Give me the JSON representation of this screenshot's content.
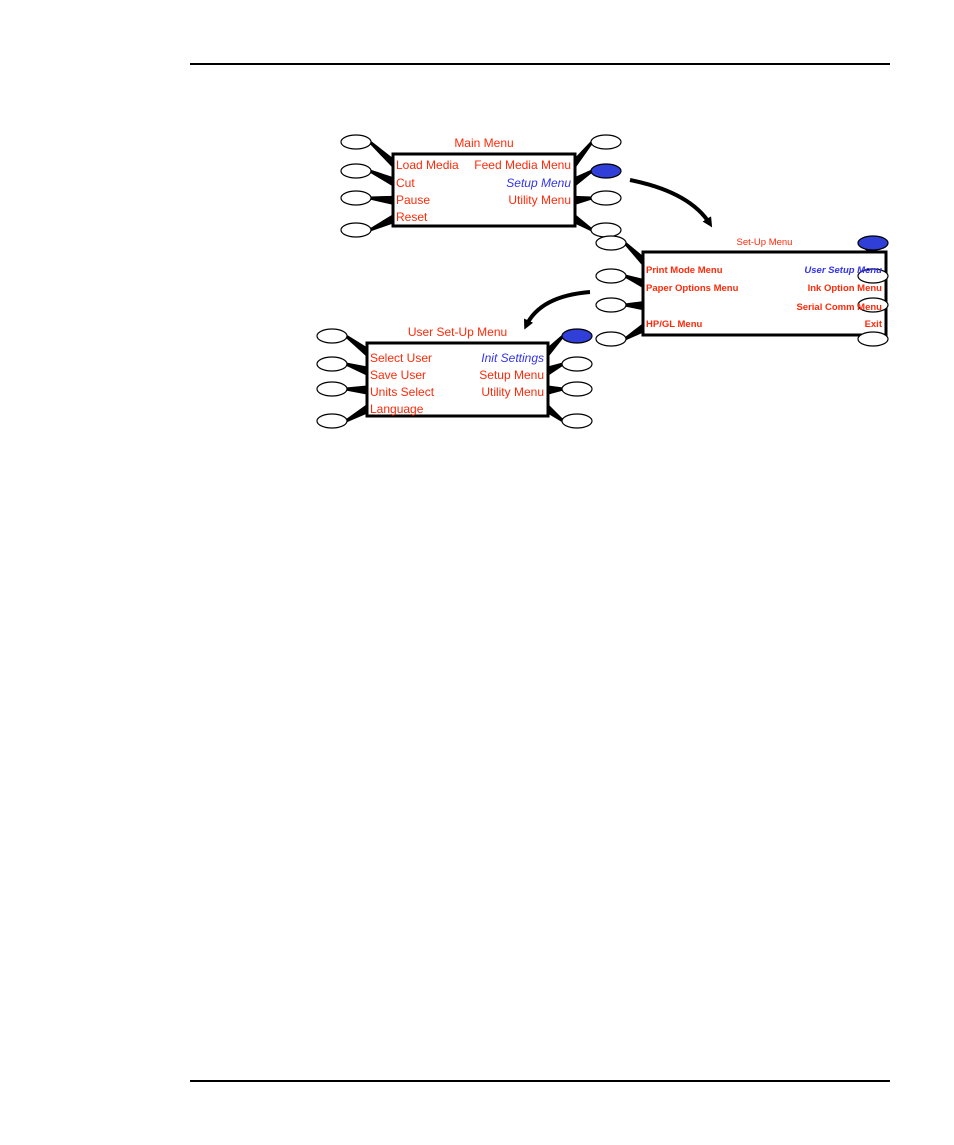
{
  "colors": {
    "label": "#ff2a0a",
    "selected": "#3333ee",
    "outline": "#000000",
    "selected_fill": "#2f3fd8"
  },
  "menus": [
    {
      "id": "main-menu",
      "title": "Main Menu",
      "left_items": [
        {
          "label": "Load Media",
          "selected": false
        },
        {
          "label": "Cut",
          "selected": false
        },
        {
          "label": "Pause",
          "selected": false
        },
        {
          "label": "Reset",
          "selected": false
        }
      ],
      "right_items": [
        {
          "label": "Feed Media Menu",
          "selected": false
        },
        {
          "label": "Setup Menu",
          "selected": true
        },
        {
          "label": "Utility Menu",
          "selected": false
        },
        {
          "label": "",
          "selected": false
        }
      ],
      "right_button_active": [
        false,
        true,
        false,
        false
      ]
    },
    {
      "id": "setup-menu",
      "title": "Set-Up Menu",
      "left_items": [
        {
          "label": "Print Mode Menu",
          "selected": false
        },
        {
          "label": "Paper Options Menu",
          "selected": false
        },
        {
          "label": "",
          "selected": false
        },
        {
          "label": "HP/GL Menu",
          "selected": false
        }
      ],
      "right_items": [
        {
          "label": "User Setup Menu",
          "selected": true
        },
        {
          "label": "Ink Option Menu",
          "selected": false
        },
        {
          "label": "Serial Comm Menu",
          "selected": false
        },
        {
          "label": "Exit",
          "selected": false
        }
      ],
      "right_button_active": [
        true,
        false,
        false,
        false
      ]
    },
    {
      "id": "user-setup-menu",
      "title": "User Set-Up Menu",
      "left_items": [
        {
          "label": "Select User",
          "selected": false
        },
        {
          "label": "Save User",
          "selected": false
        },
        {
          "label": "Units Select",
          "selected": false
        },
        {
          "label": "Language",
          "selected": false
        }
      ],
      "right_items": [
        {
          "label": "Init Settings",
          "selected": true
        },
        {
          "label": "Setup Menu",
          "selected": false
        },
        {
          "label": "Utility Menu",
          "selected": false
        },
        {
          "label": "",
          "selected": false
        }
      ],
      "right_button_active": [
        true,
        false,
        false,
        false
      ]
    }
  ]
}
